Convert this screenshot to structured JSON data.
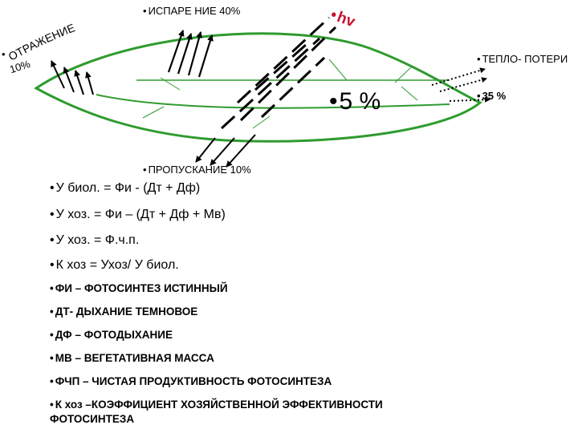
{
  "labels": {
    "hv": "hv",
    "isparenie": "ИСПАРЕ НИЕ 40%",
    "otrazhenie": "ОТРАЖЕНИЕ",
    "otrazhenie_pct": "10%",
    "teplopoteri": "ТЕПЛО- ПОТЕРИ",
    "teplopoteri_pct": "35 %",
    "center_pct": "5 %",
    "propuskanie": "ПРОПУСКАНИЕ 10%"
  },
  "formulas": [
    "У биол. = Фи - (Дт + Дф)",
    "У хоз. = Фи – (Дт + Дф + Мв)",
    "У хоз. = Ф.ч.п.",
    "К хоз = Ухоз/ У биол.",
    "ФИ – ФОТОСИНТЕЗ ИСТИННЫЙ",
    "ДТ- ДЫХАНИЕ ТЕМНОВОЕ",
    "ДФ – ФОТОДЫХАНИЕ",
    "МВ – ВЕГЕТАТИВНАЯ МАССА",
    "ФЧП – ЧИСТАЯ ПРОДУКТИВНОСТЬ ФОТОСИНТЕЗА",
    "К хоз –КОЭФФИЦИЕНТ ХОЗЯЙСТВЕННОЙ ЭФФЕКТИВНОСТИ",
    "ФОТОСИНТЕЗА"
  ],
  "colors": {
    "leaf": "#2e9b2e",
    "text": "#000000",
    "background": "#ffffff"
  }
}
